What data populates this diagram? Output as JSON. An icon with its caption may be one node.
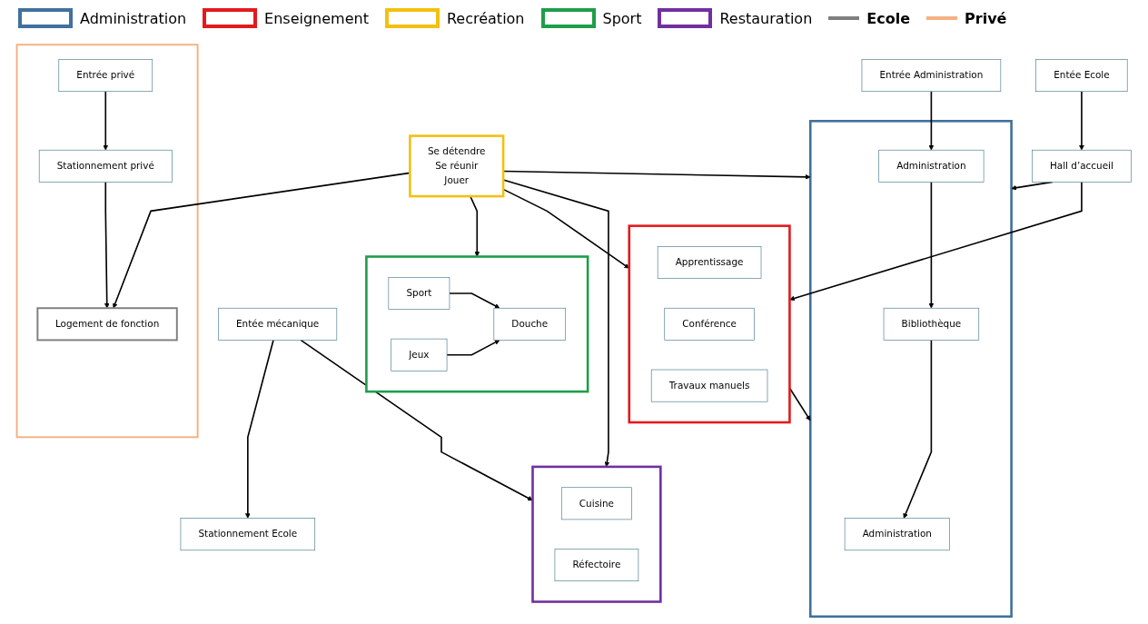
{
  "diagram": {
    "nodes": [
      {
        "text": [],
        "shape": "box"
      },
      {
        "text": [
          "Administration"
        ],
        "in": 0
      },
      {
        "text": [
          "Bibliothèque"
        ],
        "in": 0
      },
      {
        "text": [
          "Administration"
        ],
        "in": 0
      },
      {
        "text": [
          "Entrée Administration"
        ]
      },
      {
        "text": [
          "Entée Ecole"
        ]
      },
      {
        "text": [
          "Hall d’accueil"
        ]
      },
      {
        "text": [],
        "shape": "box"
      },
      {
        "text": [
          "Sport"
        ],
        "in": 7
      },
      {
        "text": [
          "Douche"
        ],
        "in": 7
      },
      {
        "text": [
          "Jeux"
        ],
        "in": 7
      },
      {
        "text": [
          "Se détendre",
          "Se réunir",
          "Jouer"
        ]
      },
      {
        "text": [],
        "shape": "box"
      },
      {
        "text": [
          "Stationnement privé"
        ],
        "in": 12
      },
      {
        "text": [
          "Entrée privé"
        ],
        "in": 12
      },
      {
        "text": [
          "Logement de fonction"
        ],
        "in": 12
      },
      {
        "text": [],
        "shape": "box"
      },
      {
        "text": [
          "Apprentissage"
        ],
        "in": 16
      },
      {
        "text": [
          "Conférence"
        ],
        "in": 16
      },
      {
        "text": [
          "Travaux manuels"
        ],
        "in": 16
      },
      {
        "text": [],
        "shape": "box"
      },
      {
        "text": [
          "Cuisine"
        ],
        "in": 20
      },
      {
        "text": [
          "Réfectoire"
        ],
        "in": 20
      },
      {
        "text": [
          "Stationnement Ecole"
        ]
      },
      {
        "text": [
          "Entée mécanique"
        ]
      }
    ],
    "edges": [
      {
        "from": 2,
        "to": 1,
        "arrow": "to"
      },
      {
        "from": 3,
        "to": 2,
        "arrow": "to"
      },
      {
        "from": 4,
        "to": 3,
        "arrow": "to"
      },
      {
        "from": 5,
        "to": 6,
        "arrow": "to"
      },
      {
        "from": 6,
        "to": 0,
        "arrow": "to"
      },
      {
        "from": 6,
        "to": 16,
        "arrow": "to"
      },
      {
        "from": 16,
        "to": 0,
        "arrow": "to"
      },
      {
        "from": 11,
        "to": 0,
        "arrow": "to"
      },
      {
        "from": 11,
        "to": 7,
        "arrow": "to"
      },
      {
        "from": 8,
        "to": 9,
        "arrow": "to"
      },
      {
        "from": 10,
        "to": 9,
        "arrow": "to"
      },
      {
        "from": 11,
        "to": 15,
        "arrow": "to"
      },
      {
        "from": 14,
        "to": 13,
        "arrow": "to"
      },
      {
        "from": 13,
        "to": 15,
        "arrow": "to"
      },
      {
        "from": 11,
        "to": 16,
        "arrow": "to"
      },
      {
        "from": 11,
        "to": 20,
        "arrow": "to"
      },
      {
        "from": 24,
        "to": 20,
        "arrow": "to"
      },
      {
        "from": 24,
        "to": 23,
        "arrow": "to"
      }
    ],
    "legend": [
      {
        "text": "Administration",
        "color": "#41719c"
      },
      {
        "text": "Enseignement",
        "color": "#e31a1c"
      },
      {
        "text": "Recréation",
        "color": "#f2c010"
      },
      {
        "text": "Sport",
        "color": "#1e9e4a"
      },
      {
        "text": "Restauration",
        "color": "#7030a0"
      },
      {
        "text": "Ecole"
      },
      {
        "text": "Privé"
      }
    ]
  }
}
